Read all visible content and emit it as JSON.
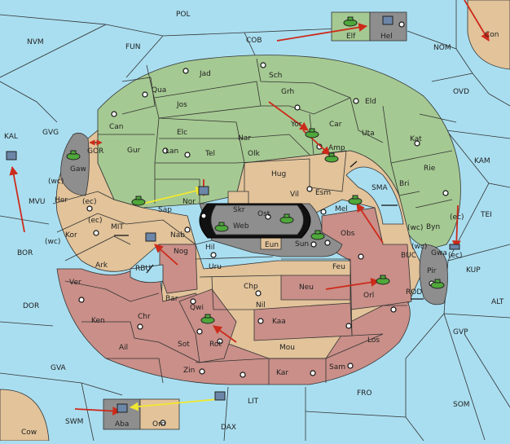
{
  "colors": {
    "sea": "#a9def0",
    "green": "#a5c992",
    "tan": "#e2c39a",
    "red": "#c98f88",
    "grey": "#8e8e8e",
    "center_black": "#111111",
    "order_red": "#cc2a1a",
    "order_yellow": "#f0e830",
    "army_green": "#4fa83a",
    "fleet_blue": "#6b86a8"
  },
  "labels": {
    "POL": "POL",
    "NVM": "NVM",
    "FUN": "FUN",
    "COB": "COB",
    "NOM": "NOM",
    "Con": "Con",
    "OVD": "OVD",
    "KAL": "KAL",
    "GVG": "GVG",
    "MVU": "MVU",
    "BOR": "BOR",
    "DOR": "DOR",
    "GVA": "GVA",
    "SWM": "SWM",
    "Cow": "Cow",
    "DAX": "DAX",
    "LIT": "LIT",
    "FRO": "FRO",
    "SOM": "SOM",
    "GVP": "GVP",
    "ALT": "ALT",
    "KUP": "KUP",
    "TEI": "TEI",
    "KAM": "KAM",
    "SMA": "SMA",
    "MIT": "MIT",
    "RBU": "RBU",
    "GOR": "GOR",
    "BUC": "BUC",
    "ROD": "ROD",
    "Elf": "Elf",
    "Hel": "Hel",
    "Jad": "Jad",
    "Sch": "Sch",
    "Qua": "Qua",
    "Jos": "Jos",
    "Grh": "Grh",
    "Eld": "Eld",
    "Can": "Can",
    "Elc": "Elc",
    "Nar": "Nar",
    "Yor": "Yor",
    "Car": "Car",
    "Uta": "Uta",
    "Kat": "Kat",
    "Tel": "Tel",
    "Olk": "Olk",
    "Amp": "Amp",
    "Gur": "Gur",
    "Lan": "Lan",
    "Hug": "Hug",
    "Rie": "Rie",
    "Bri": "Bri",
    "Esm": "Esm",
    "Vil": "Vil",
    "Gaw": "Gaw",
    "Her": "Her",
    "Nor": "Nor",
    "Sap": "Sap",
    "Skr": "Skr",
    "Ost": "Ost",
    "Web": "Web",
    "Mel": "Mel",
    "Byn": "Byn",
    "Kor": "Kor",
    "Nab": "Nab",
    "Eun": "Eun",
    "Sun": "Sun",
    "Obs": "Obs",
    "Gwa": "Gwa",
    "Hil": "Hil",
    "Nog": "Nog",
    "Ark": "Ark",
    "Uru": "Uru",
    "Feu": "Feu",
    "Pir": "Pir",
    "Ver": "Ver",
    "Chp": "Chp",
    "Neu": "Neu",
    "Orl": "Orl",
    "Bar": "Bar",
    "Qwi": "Qwi",
    "Nil": "Nil",
    "Ken": "Ken",
    "Chr": "Chr",
    "Kaa": "Kaa",
    "Ail": "Ail",
    "Sot": "Sot",
    "Rot": "Rot",
    "Mou": "Mou",
    "Los": "Los",
    "Zin": "Zin",
    "Kar": "Kar",
    "Sam": "Sam",
    "Aba": "Aba",
    "Orn": "Orn",
    "wc": "(wc)",
    "ec": "(ec)"
  },
  "units": [
    {
      "type": "army",
      "owner": "green",
      "province": "Elf"
    },
    {
      "type": "fleet",
      "owner": "blue",
      "province": "Hel"
    },
    {
      "type": "army",
      "owner": "green",
      "province": "Yor"
    },
    {
      "type": "army",
      "owner": "green",
      "province": "Amp"
    },
    {
      "type": "army",
      "owner": "green",
      "province": "Gaw"
    },
    {
      "type": "fleet",
      "owner": "blue",
      "province": "KAL"
    },
    {
      "type": "army",
      "owner": "green",
      "province": "Sap"
    },
    {
      "type": "fleet",
      "owner": "blue",
      "province": "Nor"
    },
    {
      "type": "army",
      "owner": "green",
      "province": "Mel"
    },
    {
      "type": "army",
      "owner": "green",
      "province": "Web"
    },
    {
      "type": "army",
      "owner": "green",
      "province": "Ost"
    },
    {
      "type": "army",
      "owner": "green",
      "province": "Sun"
    },
    {
      "type": "fleet",
      "owner": "blue",
      "province": "Nog"
    },
    {
      "type": "fleet",
      "owner": "blue",
      "province": "Gwa"
    },
    {
      "type": "army",
      "owner": "green",
      "province": "Pir"
    },
    {
      "type": "army",
      "owner": "green",
      "province": "Orl"
    },
    {
      "type": "army",
      "owner": "green",
      "province": "Qwi"
    },
    {
      "type": "fleet",
      "owner": "blue",
      "province": "Aba"
    },
    {
      "type": "fleet",
      "owner": "blue",
      "province": "LIT"
    }
  ]
}
